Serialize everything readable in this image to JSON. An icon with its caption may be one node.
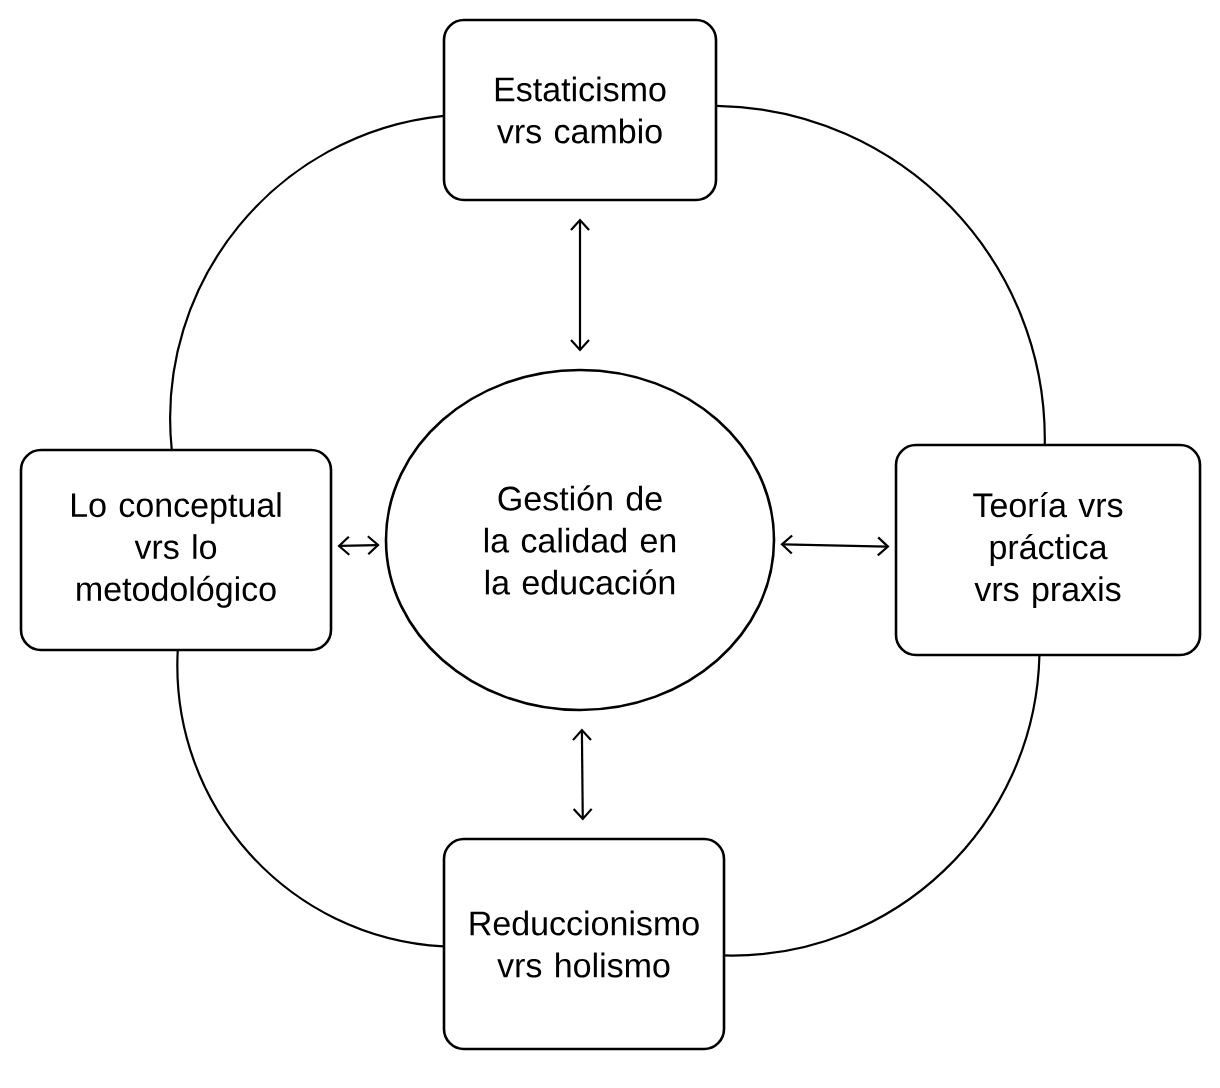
{
  "diagram": {
    "nodes": [
      {
        "text": [
          "Estaticismo vrs cambio"
        ]
      },
      {
        "text": [
          "Lo conceptual vrs lo metodológico"
        ]
      },
      {
        "text": [
          "Gestión de la calidad en la educación"
        ]
      },
      {
        "text": [
          "Teoría vrs práctica vrs praxis"
        ]
      },
      {
        "text": [
          "Reduccionismo vrs holismo"
        ]
      }
    ],
    "edges": [
      {
        "from": 0,
        "to": 3,
        "arrow": "none"
      },
      {
        "from": 3,
        "to": 4,
        "arrow": "none"
      },
      {
        "from": 4,
        "to": 1,
        "arrow": "none"
      },
      {
        "from": 1,
        "to": 0,
        "arrow": "none"
      },
      {
        "from": 2,
        "to": 0,
        "arrow": "both"
      },
      {
        "from": 2,
        "to": 1,
        "arrow": "both"
      },
      {
        "from": 2,
        "to": 3,
        "arrow": "both"
      },
      {
        "from": 2,
        "to": 4,
        "arrow": "both"
      }
    ]
  }
}
